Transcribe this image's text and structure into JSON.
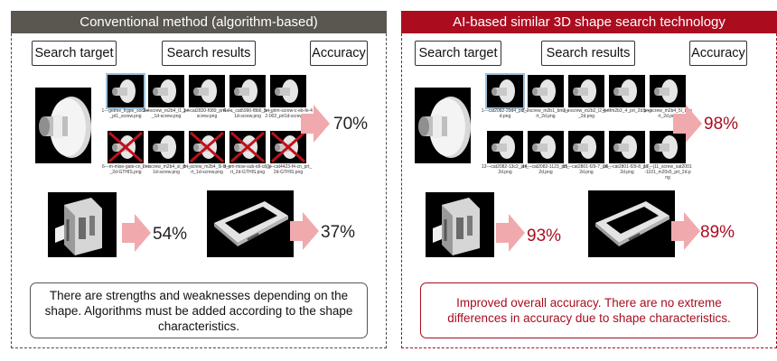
{
  "left": {
    "title": "Conventional method (algorithm-based)",
    "col_target": "Search target",
    "col_results": "Search results",
    "col_accuracy": "Accuracy",
    "results": [
      {
        "caption": "1---getme_frgpe_socket_pt1_screw.png",
        "wrong": false
      },
      {
        "caption": "2---screw_m2b4_l1_prt_1d-screw.png",
        "wrong": false
      },
      {
        "caption": "3---cat2820-f089_prt1d-screw.png",
        "wrong": false
      },
      {
        "caption": "4---a_cat5990-f8b6_prt_1d-screw.png",
        "wrong": false
      },
      {
        "caption": "5---grim-screw-c-eb-fe-42-002_prt1d-screw.png",
        "wrong": false
      },
      {
        "caption": "6---m-mise-gate-cn_cnt_2d-GTHIS.png",
        "wrong": true
      },
      {
        "caption": "7---screw_m2b4_sl_prt_1d-screw.png",
        "wrong": false
      },
      {
        "caption": "8---screw_m2b4_5l-b_prt_1d-screw.png",
        "wrong": true
      },
      {
        "caption": "9---m-mise-sub-idl-cn_prt_2d-GTHIS.png",
        "wrong": true
      },
      {
        "caption": "10---cat4423-f4-cn_prt_2d-GTHIS.png",
        "wrong": true
      }
    ],
    "acc_top": "70%",
    "acc_bracket": "54%",
    "acc_plate": "37%",
    "note": "There are strengths and weaknesses depending on the shape. Algorithms must be added according to the shape characteristics."
  },
  "right": {
    "title": "AI-based similar 3D shape search technology",
    "col_target": "Search target",
    "col_results": "Search results",
    "col_accuracy": "Accuracy",
    "results": [
      {
        "caption": "1---cat2082-29d4_prt_2d.png"
      },
      {
        "caption": "2---screw_m2b1_bmi_prt_2d.png"
      },
      {
        "caption": "3---screw_m2b2_l2_prt_2d.png"
      },
      {
        "caption": "4---fm2b3_4_prt_2d.png"
      },
      {
        "caption": "5---screw_m2b4_5l_b_prt_2d.png"
      },
      {
        "caption": "13---cat2082-13c2_prt_2d.png"
      },
      {
        "caption": "14---cat2082-1123_prt_2d.png"
      },
      {
        "caption": "15---cat2801-f29-7_prt_2d.png"
      },
      {
        "caption": "16---cat2801-f29-8_prt_2d.png"
      },
      {
        "caption": "17---j11_screw_sat2001-1101_m20x5_prt_2d.png"
      }
    ],
    "acc_top": "98%",
    "acc_bracket": "93%",
    "acc_plate": "89%",
    "note": "Improved overall accuracy. There are no extreme differences in accuracy due to shape characteristics."
  },
  "colors": {
    "left_header": "#5a5751",
    "right_header": "#ab0d1f",
    "arrow": "#f0a9ac"
  }
}
